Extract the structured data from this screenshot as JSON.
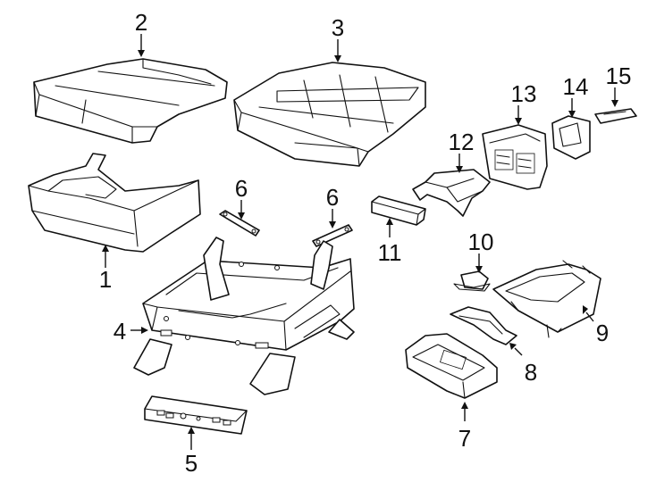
{
  "callouts": [
    {
      "id": "1",
      "label": "1"
    },
    {
      "id": "2",
      "label": "2"
    },
    {
      "id": "3",
      "label": "3"
    },
    {
      "id": "4",
      "label": "4"
    },
    {
      "id": "5",
      "label": "5"
    },
    {
      "id": "6a",
      "label": "6"
    },
    {
      "id": "6b",
      "label": "6"
    },
    {
      "id": "7",
      "label": "7"
    },
    {
      "id": "8",
      "label": "8"
    },
    {
      "id": "9",
      "label": "9"
    },
    {
      "id": "10",
      "label": "10"
    },
    {
      "id": "11",
      "label": "11"
    },
    {
      "id": "12",
      "label": "12"
    },
    {
      "id": "13",
      "label": "13"
    },
    {
      "id": "14",
      "label": "14"
    },
    {
      "id": "15",
      "label": "15"
    }
  ]
}
